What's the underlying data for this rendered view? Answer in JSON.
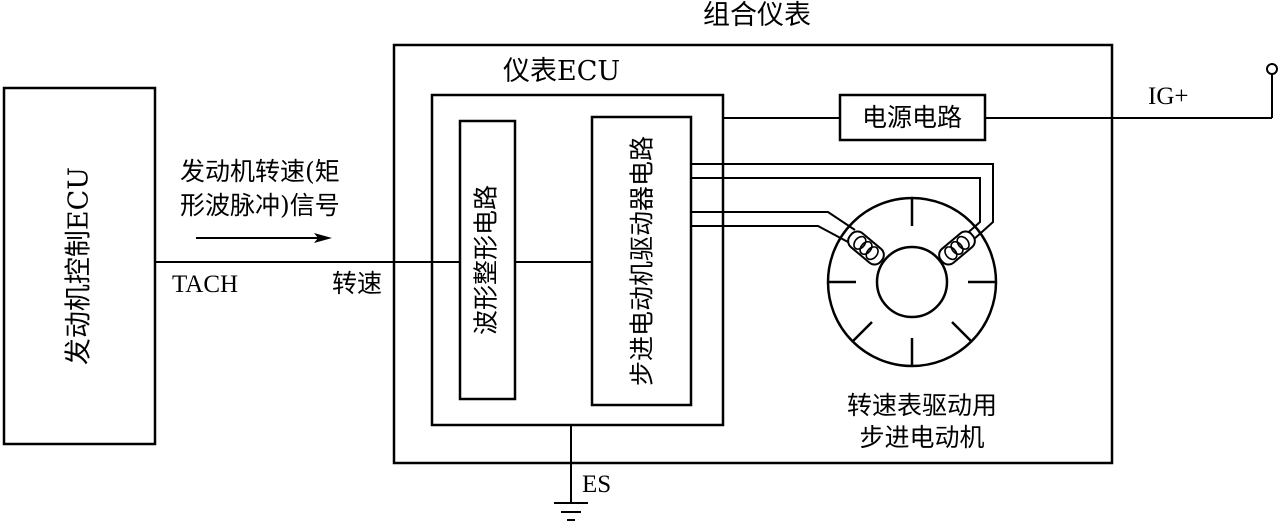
{
  "title": "组合仪表",
  "engine_ecu_label": "发动机控制ECU",
  "meter_ecu_label": "仪表ECU",
  "signal_label_line1": "发动机转速(矩",
  "signal_label_line2": "形波脉冲)信号",
  "tach_label": "TACH",
  "speed_input_label": "转速",
  "waveform_circuit_label": "波形整形电路",
  "stepper_driver_label": "步进电动机驱动器电路",
  "power_circuit_label": "电源电路",
  "ig_label": "IG+",
  "motor_label_line1": "转速表驱动用",
  "motor_label_line2": "步进电动机",
  "es_label": "ES"
}
